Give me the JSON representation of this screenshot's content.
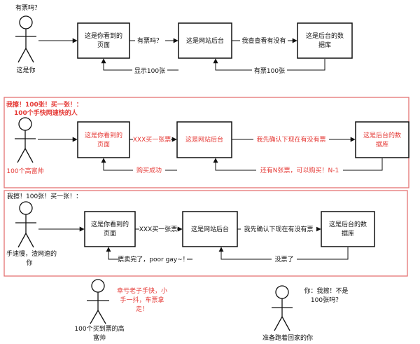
{
  "row1": {
    "person_caption": "有票吗？",
    "person_label": "这是你",
    "box_page": [
      "这是你看到的",
      "页面"
    ],
    "box_backend": "这是网站后台",
    "box_db": [
      "这是后台的数",
      "据库"
    ],
    "arrow_ask": "有票吗？",
    "arrow_check": "我查查看有没有",
    "arrow_show": "显示100张",
    "arrow_have": "有票100张"
  },
  "row2": {
    "headline_1": "我擦！100张！买一张！：",
    "headline_2": "100个手快网速快的人",
    "person_label": "100个高富帅",
    "box_page": [
      "这是你看到的",
      "页面"
    ],
    "box_backend": "这是网站后台",
    "box_db": [
      "这是后台的数",
      "据库"
    ],
    "arrow_buy": "XXX买一张票",
    "arrow_check": "我先确认下现在有没有票",
    "arrow_success": "购买成功",
    "arrow_remaining": "还有N张票，可以购买！N-1",
    "color": "#e53935"
  },
  "row3": {
    "headline": "我擦！100张！买一张！：",
    "person_label": [
      "手速慢，渣网速的",
      "你"
    ],
    "box_page": [
      "这是你看到的",
      "页面"
    ],
    "box_backend": "这是网站后台",
    "box_db": [
      "这是后台的数",
      "据库"
    ],
    "arrow_buy": "XXX买一张票",
    "arrow_check": "我先确认下现在有没有票",
    "arrow_soldout": "票卖完了，poor gay~！",
    "arrow_none": "没票了"
  },
  "bottom": {
    "rich_label": [
      "100个买到票的高",
      "富帅"
    ],
    "rich_caption": [
      "幸亏老子手快，小",
      "手一抖，车票拿",
      "走！"
    ],
    "you_caption": [
      "你：我擦！不是",
      "100张吗？"
    ],
    "you_label": "准备跑着回家的你"
  }
}
